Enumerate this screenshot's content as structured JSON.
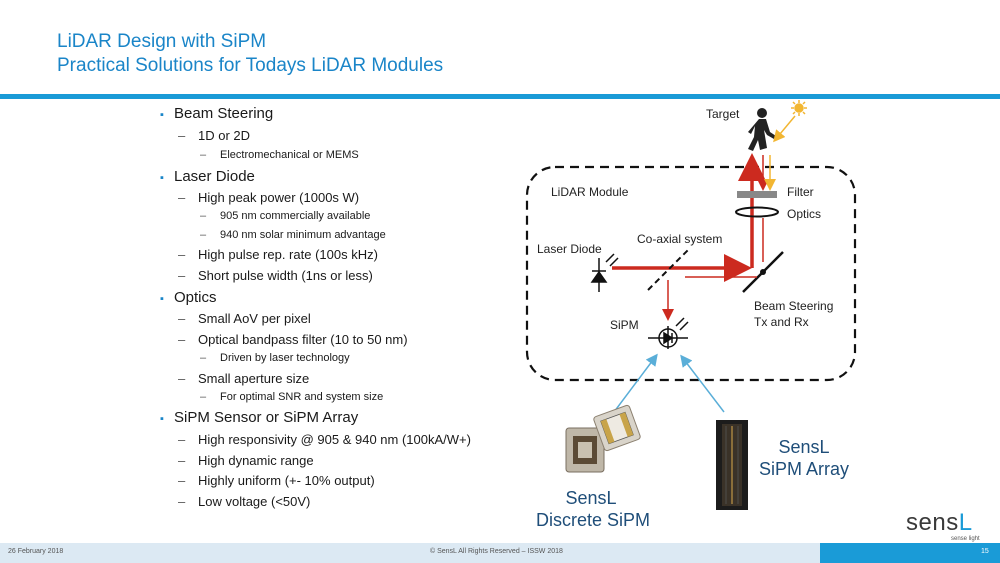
{
  "header": {
    "title": "LiDAR Design with SiPM",
    "subtitle": "Practical Solutions for Todays LiDAR Modules"
  },
  "bullets": {
    "beam_steering": "Beam Steering",
    "bs_1d2d": "1D or 2D",
    "bs_mems": "Electromechanical or MEMS",
    "laser_diode": "Laser Diode",
    "ld_peak": "High peak power (1000s W)",
    "ld_905": "905 nm commercially available",
    "ld_940": "940 nm solar minimum advantage",
    "ld_rep": "High pulse rep. rate (100s kHz)",
    "ld_pulse": "Short pulse width (1ns or less)",
    "optics": "Optics",
    "op_aov": "Small AoV per pixel",
    "op_filter": "Optical bandpass filter (10 to 50 nm)",
    "op_driven": "Driven by laser technology",
    "op_aperture": "Small aperture size",
    "op_snr": "For optimal SNR and system size",
    "sipm": "SiPM Sensor or SiPM Array",
    "s_resp": "High responsivity @ 905 & 940 nm (100kA/W+)",
    "s_range": "High dynamic range",
    "s_uniform": "Highly uniform (+- 10% output)",
    "s_voltage": "Low voltage (<50V)"
  },
  "diagram": {
    "target": "Target",
    "module": "LiDAR Module",
    "filter": "Filter",
    "optics": "Optics",
    "coaxial": "Co-axial system",
    "laser_diode": "Laser Diode",
    "beam_steering_1": "Beam Steering",
    "beam_steering_2": "Tx and Rx",
    "sipm": "SiPM",
    "discrete_1": "SensL",
    "discrete_2": "Discrete SiPM",
    "array_1": "SensL",
    "array_2": "SiPM Array"
  },
  "footer": {
    "date": "26 February 2018",
    "copyright": "© SensL All Rights Reserved – ISSW 2018",
    "page": "15",
    "logo_main": "sens",
    "logo_l": "L",
    "logo_tag": "sense light"
  }
}
